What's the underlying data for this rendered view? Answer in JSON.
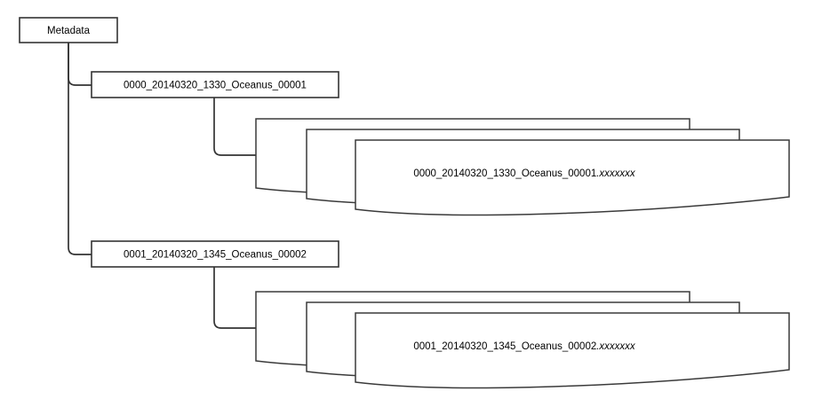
{
  "diagram": {
    "type": "tree-hierarchy",
    "background_color": "#ffffff",
    "line_color": "#333333",
    "node_fill": "#ffffff",
    "root": {
      "label": "Metadata",
      "name": "metadata-node"
    },
    "branches": [
      {
        "node_label": "0000_20140320_1330_Oceanus_00001",
        "document_stack": {
          "count": 3,
          "front_label_base": "0000_20140320_1330_Oceanus_00001",
          "front_label_extension": ".xxxxxxx"
        }
      },
      {
        "node_label": "0001_20140320_1345_Oceanus_00002",
        "document_stack": {
          "count": 3,
          "front_label_base": "0001_20140320_1345_Oceanus_00002",
          "front_label_extension": ".xxxxxxx"
        }
      }
    ]
  }
}
